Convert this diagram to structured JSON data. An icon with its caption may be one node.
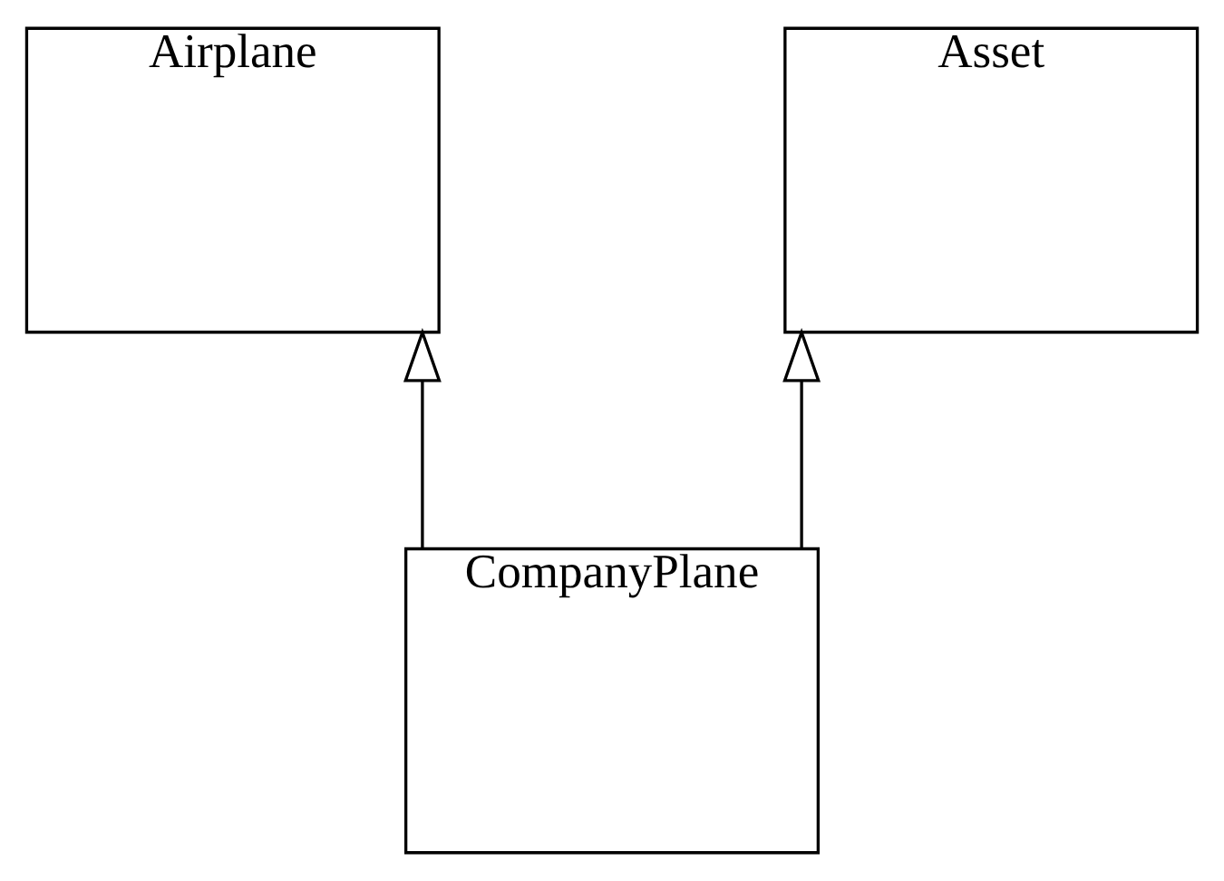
{
  "diagram": {
    "nodes": [
      {
        "text": [
          "Airplane"
        ]
      },
      {
        "text": [
          "Asset"
        ]
      },
      {
        "text": [
          "CompanyPlane"
        ]
      }
    ],
    "edges": [
      {
        "from": 2,
        "to": 0,
        "arrow": "to"
      },
      {
        "from": 2,
        "to": 1,
        "arrow": "to"
      }
    ]
  }
}
